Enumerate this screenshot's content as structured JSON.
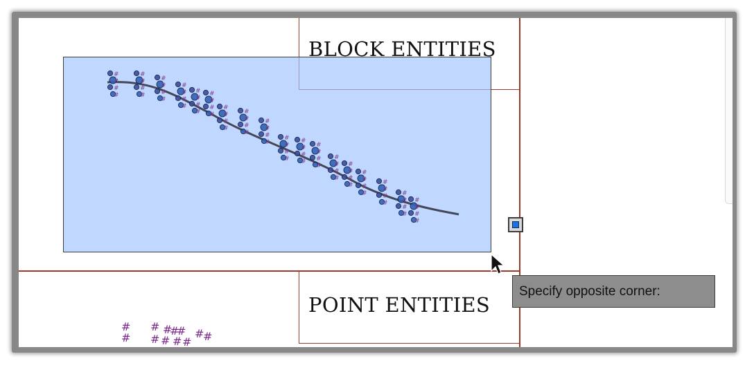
{
  "drawing": {
    "block_entities_label": "BLOCK ENTITIES",
    "point_entities_label": "POINT ENTITIES",
    "point_marker_glyph": "#",
    "line_color": "#9b3a2a",
    "selection_fill": "#a0c4ff"
  },
  "tooltip": {
    "text": "Specify opposite corner:"
  }
}
